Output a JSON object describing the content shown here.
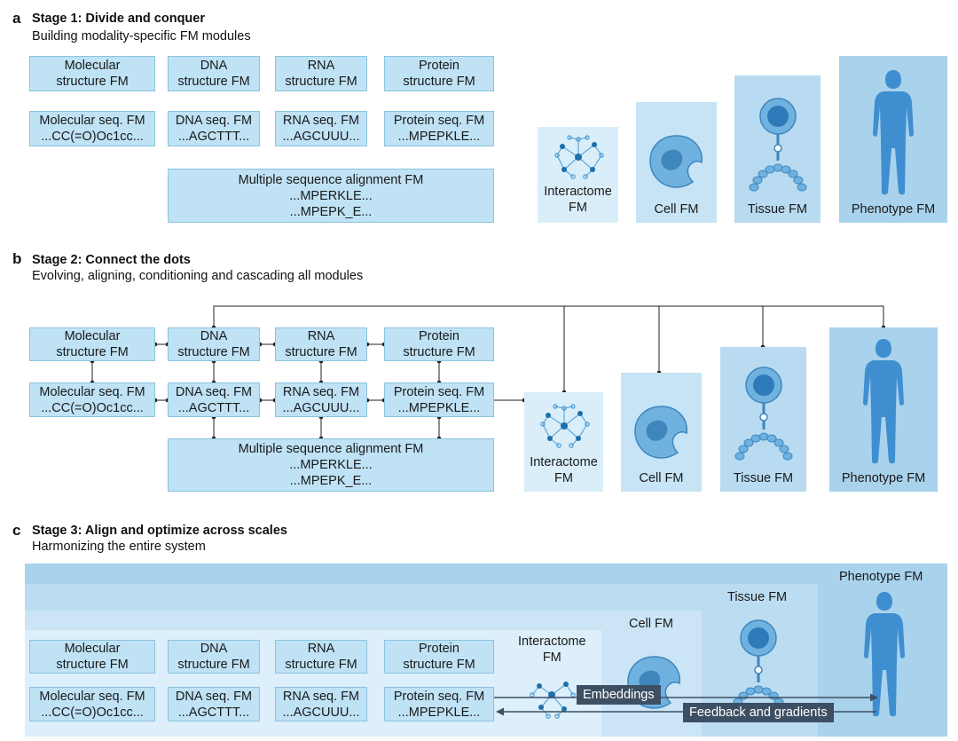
{
  "stage_a": {
    "letter": "a",
    "title": "Stage 1: Divide and conquer",
    "subtitle": "Building modality-specific FM modules"
  },
  "stage_b": {
    "letter": "b",
    "title": "Stage 2: Connect the dots",
    "subtitle": "Evolving, aligning, conditioning and cascading all modules"
  },
  "stage_c": {
    "letter": "c",
    "title": "Stage 3: Align and optimize across scales",
    "subtitle": "Harmonizing the entire system"
  },
  "modules": {
    "mol_struct": [
      "Molecular",
      "structure FM"
    ],
    "dna_struct": [
      "DNA",
      "structure FM"
    ],
    "rna_struct": [
      "RNA",
      "structure FM"
    ],
    "prot_struct": [
      "Protein",
      "structure FM"
    ],
    "mol_seq": [
      "Molecular seq. FM",
      "...CC(=O)Oc1cc..."
    ],
    "dna_seq": [
      "DNA seq. FM",
      "...AGCTTT..."
    ],
    "rna_seq": [
      "RNA seq. FM",
      "...AGCUUU..."
    ],
    "prot_seq": [
      "Protein seq. FM",
      "...MPEPKLE..."
    ],
    "msa": [
      "Multiple sequence alignment FM",
      "...MPERKLE...",
      "...MPEPK_E..."
    ]
  },
  "scales": {
    "interactome": [
      "Interactome",
      "FM"
    ],
    "cell": "Cell FM",
    "tissue": "Tissue FM",
    "phenotype": "Phenotype FM"
  },
  "arrows": {
    "embeddings": "Embeddings",
    "feedback": "Feedback and gradients"
  },
  "colors": {
    "module_fill": "#bfe2f5",
    "scale_light": "#d9eef9",
    "scale_mid": "#c6e4f5",
    "scale_dark": "#a9d2ec",
    "icon_blue": "#4a9ad4",
    "icon_dark": "#1f6fa8",
    "tag_bg": "#3d4f63"
  },
  "icons": [
    "network-icon",
    "cell-icon",
    "neuron-icon",
    "human-silhouette-icon"
  ]
}
